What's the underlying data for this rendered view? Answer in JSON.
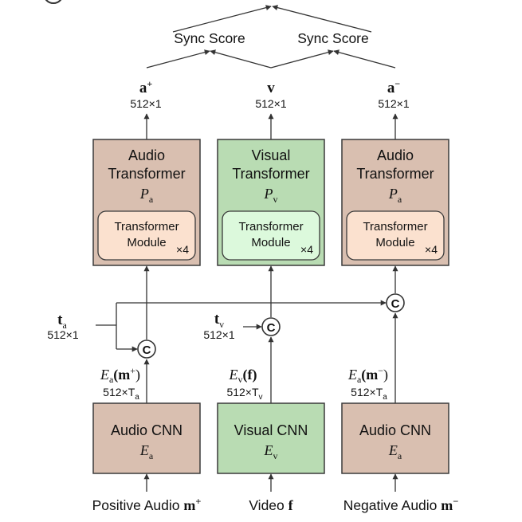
{
  "colors": {
    "audio_fill": "#d9bfb0",
    "visual_fill": "#b9dcb3",
    "audio_module_fill": "#fbe1cf",
    "visual_module_fill": "#dcf9dc",
    "border": "#3a3a3a",
    "line": "#333333"
  },
  "sync": {
    "left_label": "Sync Score",
    "right_label": "Sync Score"
  },
  "outputs": {
    "a_pos": {
      "symbol": "a",
      "sup": "+",
      "dim": "512×1"
    },
    "v": {
      "symbol": "v",
      "dim": "512×1"
    },
    "a_neg": {
      "symbol": "a",
      "sup": "−",
      "dim": "512×1"
    }
  },
  "transformers": {
    "audio_left": {
      "line1": "Audio",
      "line2": "Transformer",
      "sym": "P",
      "sub": "a",
      "module_line1": "Transformer",
      "module_line2": "Module",
      "repeat": "×4"
    },
    "visual": {
      "line1": "Visual",
      "line2": "Transformer",
      "sym": "P",
      "sub": "v",
      "module_line1": "Transformer",
      "module_line2": "Module",
      "repeat": "×4"
    },
    "audio_right": {
      "line1": "Audio",
      "line2": "Transformer",
      "sym": "P",
      "sub": "a",
      "module_line1": "Transformer",
      "module_line2": "Module",
      "repeat": "×4"
    }
  },
  "tokens": {
    "ta": {
      "symbol": "t",
      "sub": "a",
      "dim": "512×1"
    },
    "tv": {
      "symbol": "t",
      "sub": "v",
      "dim": "512×1"
    }
  },
  "concat_symbol": "C",
  "embeddings": {
    "pos": {
      "sym": "E",
      "sub": "a",
      "arg": "(m",
      "sup": "+",
      "close": ")",
      "dim": "512×T",
      "dim_sub": "a"
    },
    "vid": {
      "sym": "E",
      "sub": "v",
      "arg": "(f)",
      "dim": "512×T",
      "dim_sub": "v"
    },
    "neg": {
      "sym": "E",
      "sub": "a",
      "arg": "(m",
      "sup": "−",
      "close": ")",
      "dim": "512×T",
      "dim_sub": "a"
    }
  },
  "cnns": {
    "audio_left": {
      "label": "Audio CNN",
      "sym": "E",
      "sub": "a"
    },
    "visual": {
      "label": "Visual CNN",
      "sym": "E",
      "sub": "v"
    },
    "audio_right": {
      "label": "Audio CNN",
      "sym": "E",
      "sub": "a"
    }
  },
  "inputs": {
    "pos": {
      "label": "Positive Audio",
      "sym": "m",
      "sup": "+"
    },
    "vid": {
      "label": "Video",
      "sym": "f"
    },
    "neg": {
      "label": "Negative Audio",
      "sym": "m",
      "sup": "−"
    }
  }
}
